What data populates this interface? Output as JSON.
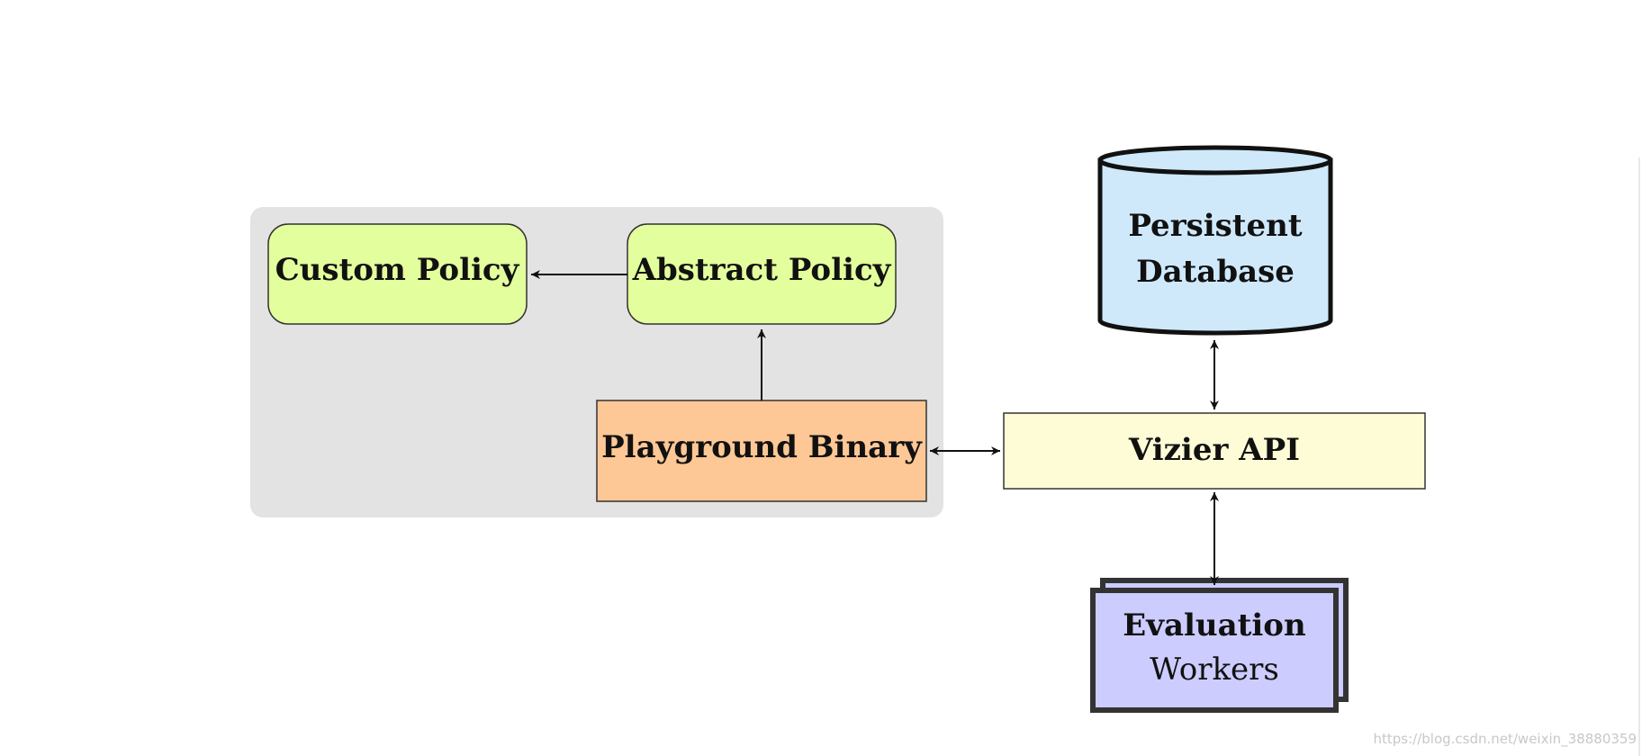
{
  "nodes": {
    "custom_policy": {
      "label": "Custom Policy"
    },
    "abstract_policy": {
      "label": "Abstract Policy"
    },
    "playground_binary": {
      "label": "Playground Binary"
    },
    "vizier_api": {
      "label": "Vizier API"
    },
    "persistent_database": {
      "line1": "Persistent",
      "line2": "Database"
    },
    "evaluation_workers": {
      "line1": "Evaluation",
      "line2": "Workers"
    }
  },
  "colors": {
    "group_bg": "#e3e3e3",
    "policy_fill": "#e3ff9d",
    "binary_fill": "#fdc896",
    "api_fill": "#fefcd7",
    "database_fill": "#cfe9fb",
    "workers_fill": "#ccccff",
    "stroke": "#111111"
  },
  "watermark": "https://blog.csdn.net/weixin_38880359"
}
